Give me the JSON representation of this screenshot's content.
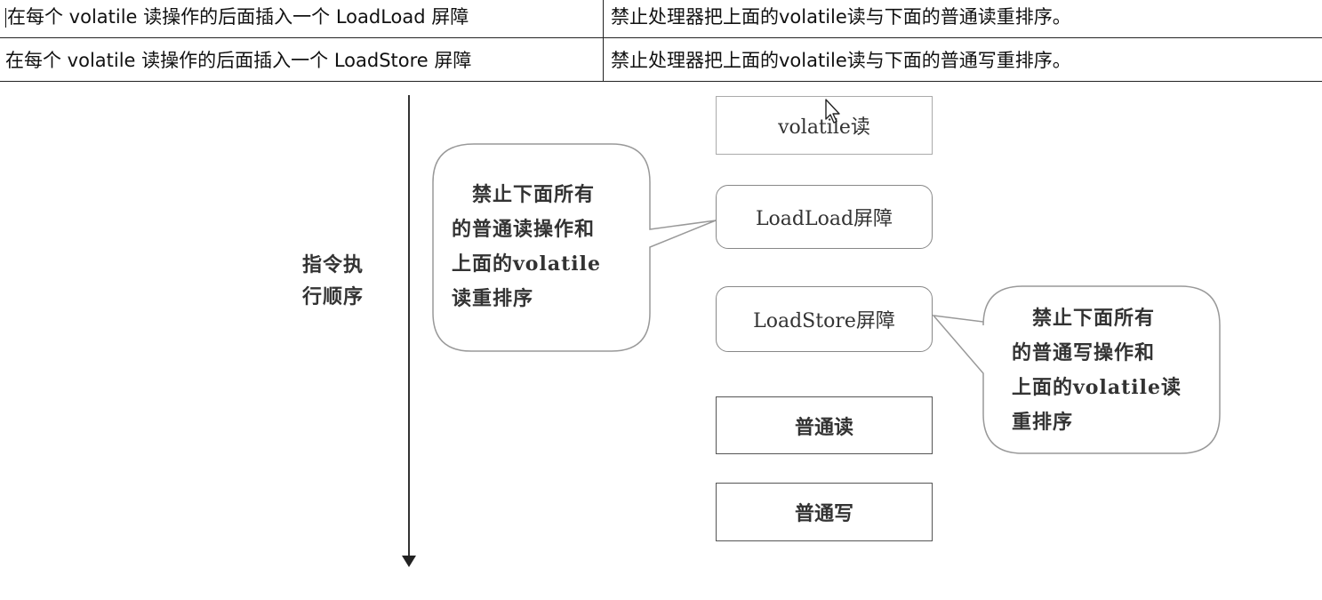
{
  "table": {
    "rows": [
      {
        "left": "在每个 volatile 读操作的后面插入一个 LoadLoad 屏障",
        "right": "禁止处理器把上面的volatile读与下面的普通读重排序。"
      },
      {
        "left": "在每个 volatile 读操作的后面插入一个 LoadStore 屏障",
        "right": "禁止处理器把上面的volatile读与下面的普通写重排序。"
      }
    ]
  },
  "diagram": {
    "order_label": [
      "指令执",
      "行顺序"
    ],
    "boxes": {
      "volatile_read": "volatile读",
      "loadload": "LoadLoad屏障",
      "loadstore": "LoadStore屏障",
      "normal_read": "普通读",
      "normal_write": "普通写"
    },
    "bubble_left": [
      "　禁止下面所有",
      "的普通读操作和",
      "上面的volatile",
      "读重排序"
    ],
    "bubble_right": [
      "　禁止下面所有",
      "的普通写操作和",
      "上面的volatile读",
      "重排序"
    ]
  }
}
